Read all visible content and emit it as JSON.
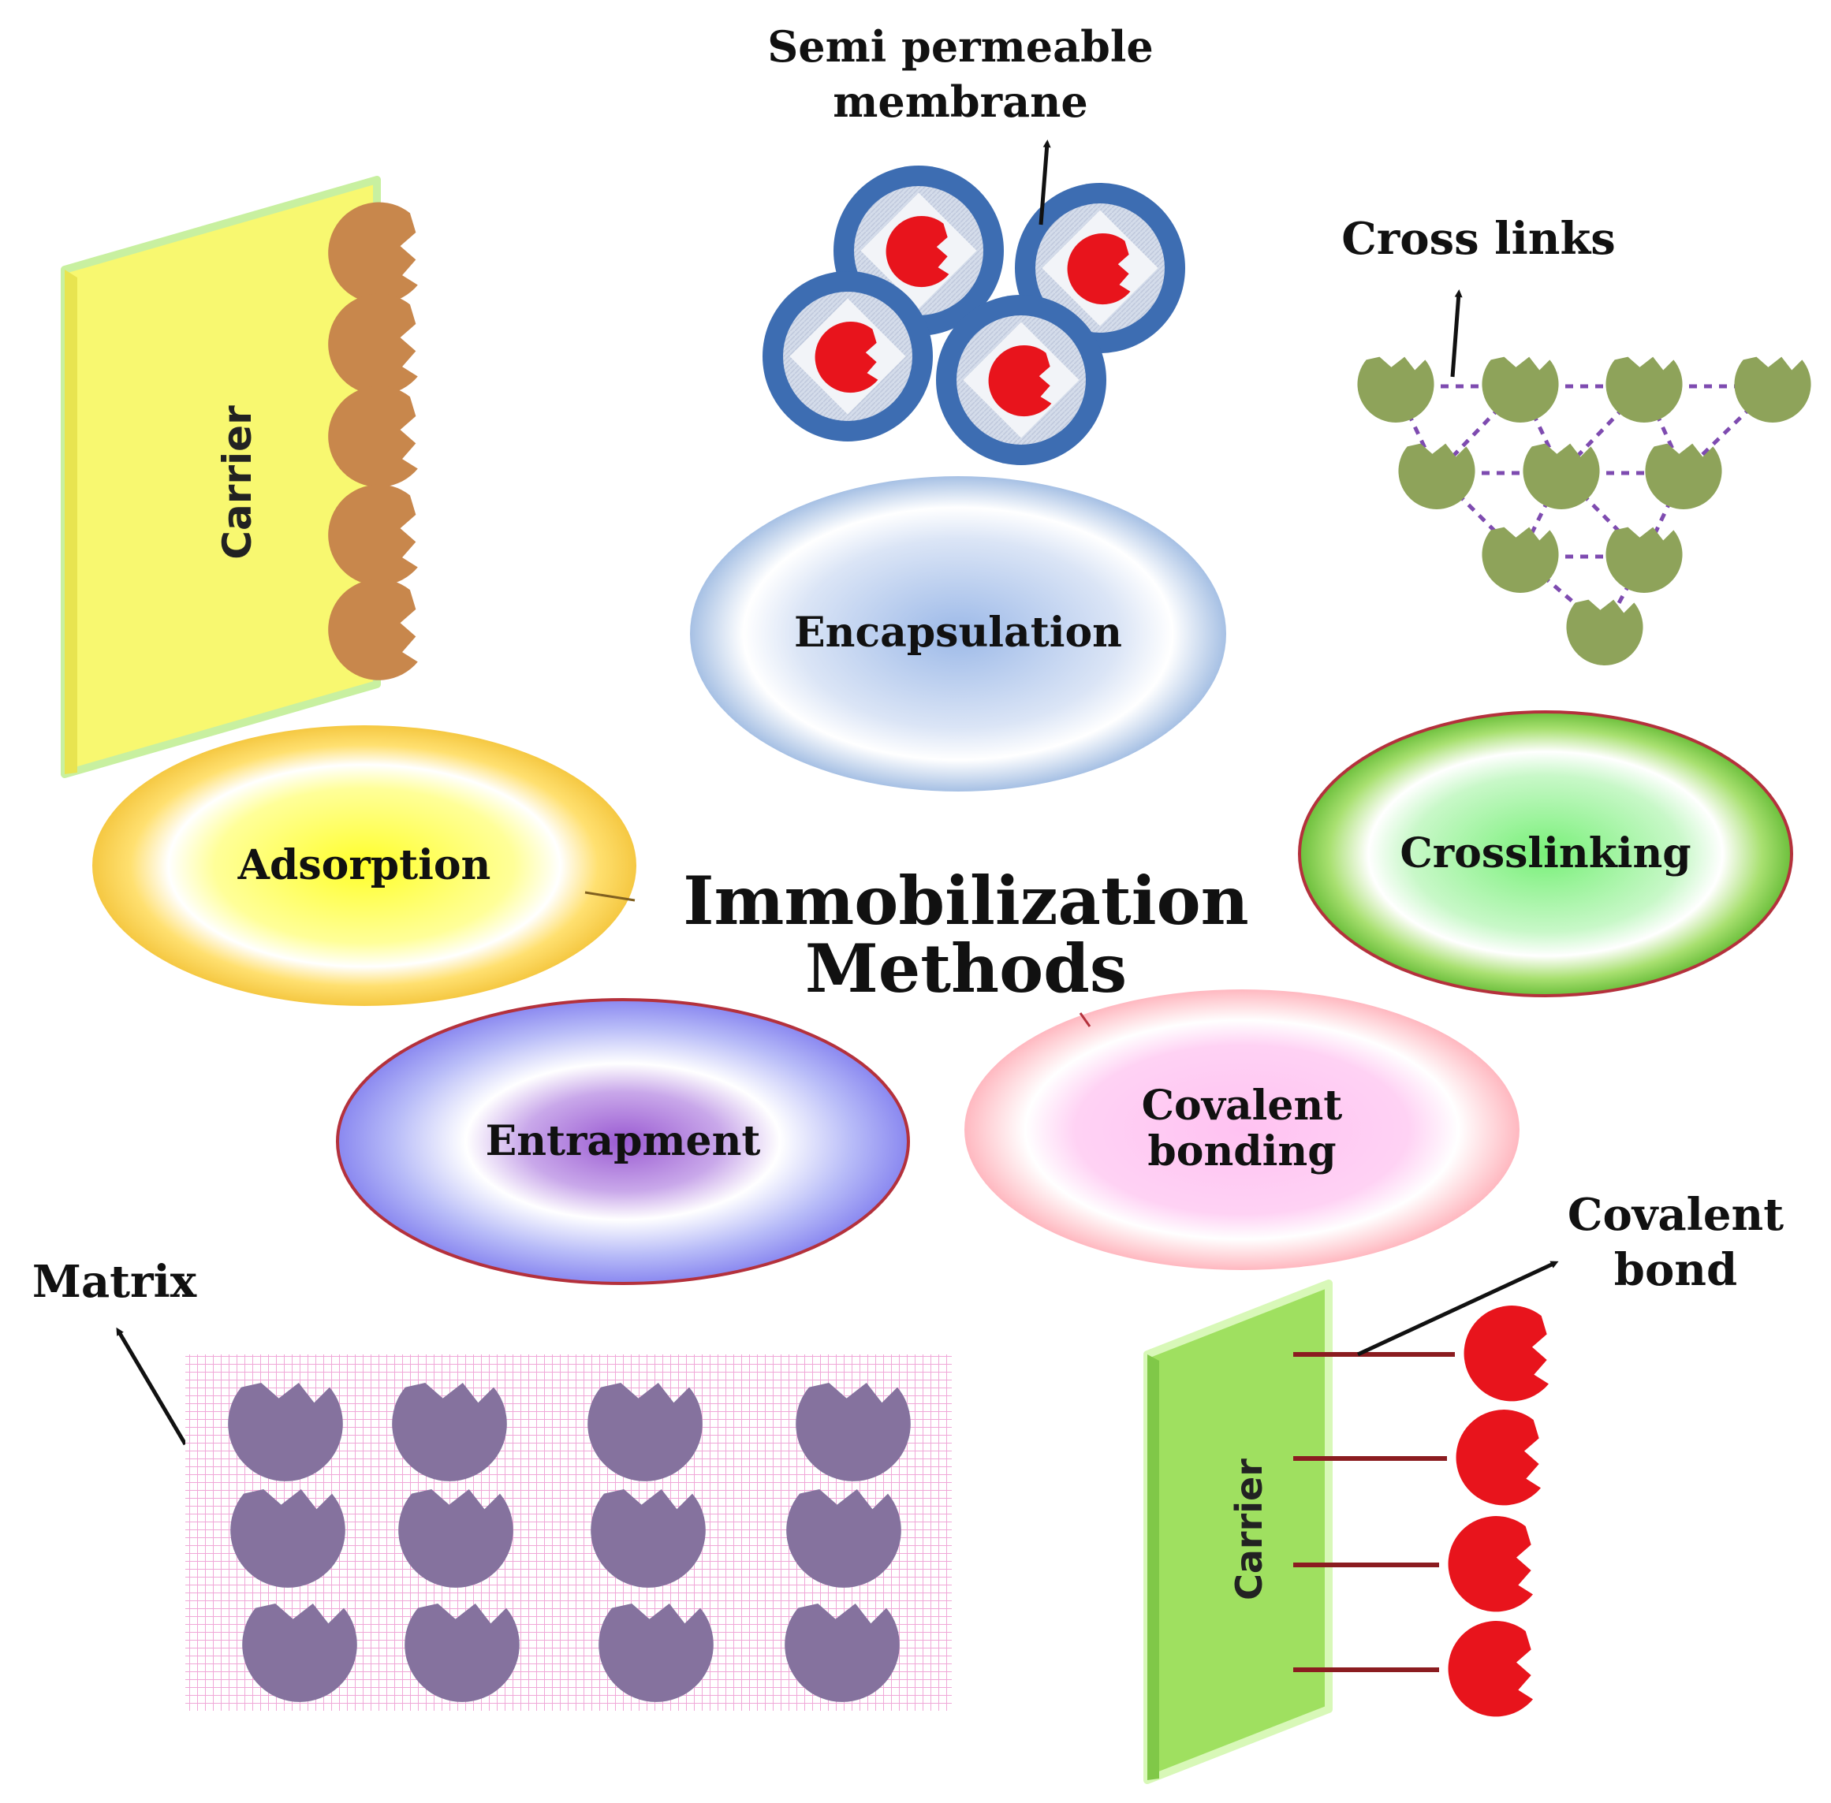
{
  "title": {
    "line1": "Immobilization",
    "line2": "Methods"
  },
  "methods": {
    "adsorption": "Adsorption",
    "encapsulation": "Encapsulation",
    "crosslinking": "Crosslinking",
    "entrapment": "Entrapment",
    "covalent_line1": "Covalent",
    "covalent_line2": "bonding"
  },
  "annotations": {
    "membrane_line1": "Semi permeable",
    "membrane_line2": "membrane",
    "cross_links": "Cross links",
    "matrix": "Matrix",
    "covalent_bond_line1": "Covalent",
    "covalent_bond_line2": "bond",
    "carrier_left": "Carrier",
    "carrier_right": "Carrier"
  },
  "colors": {
    "adsorption_enzyme": "#c8874c",
    "encapsulated_enzyme": "#e8141c",
    "crosslink_enzyme": "#8ea35a",
    "crosslink_line": "#7e4bb0",
    "entrapped_enzyme": "#85729e",
    "covalent_enzyme": "#e8141c",
    "carrier_left": "#f8f870",
    "carrier_right": "#9fe060",
    "matrix_grid": "#f0a8d8",
    "membrane": "#3d6db2"
  }
}
